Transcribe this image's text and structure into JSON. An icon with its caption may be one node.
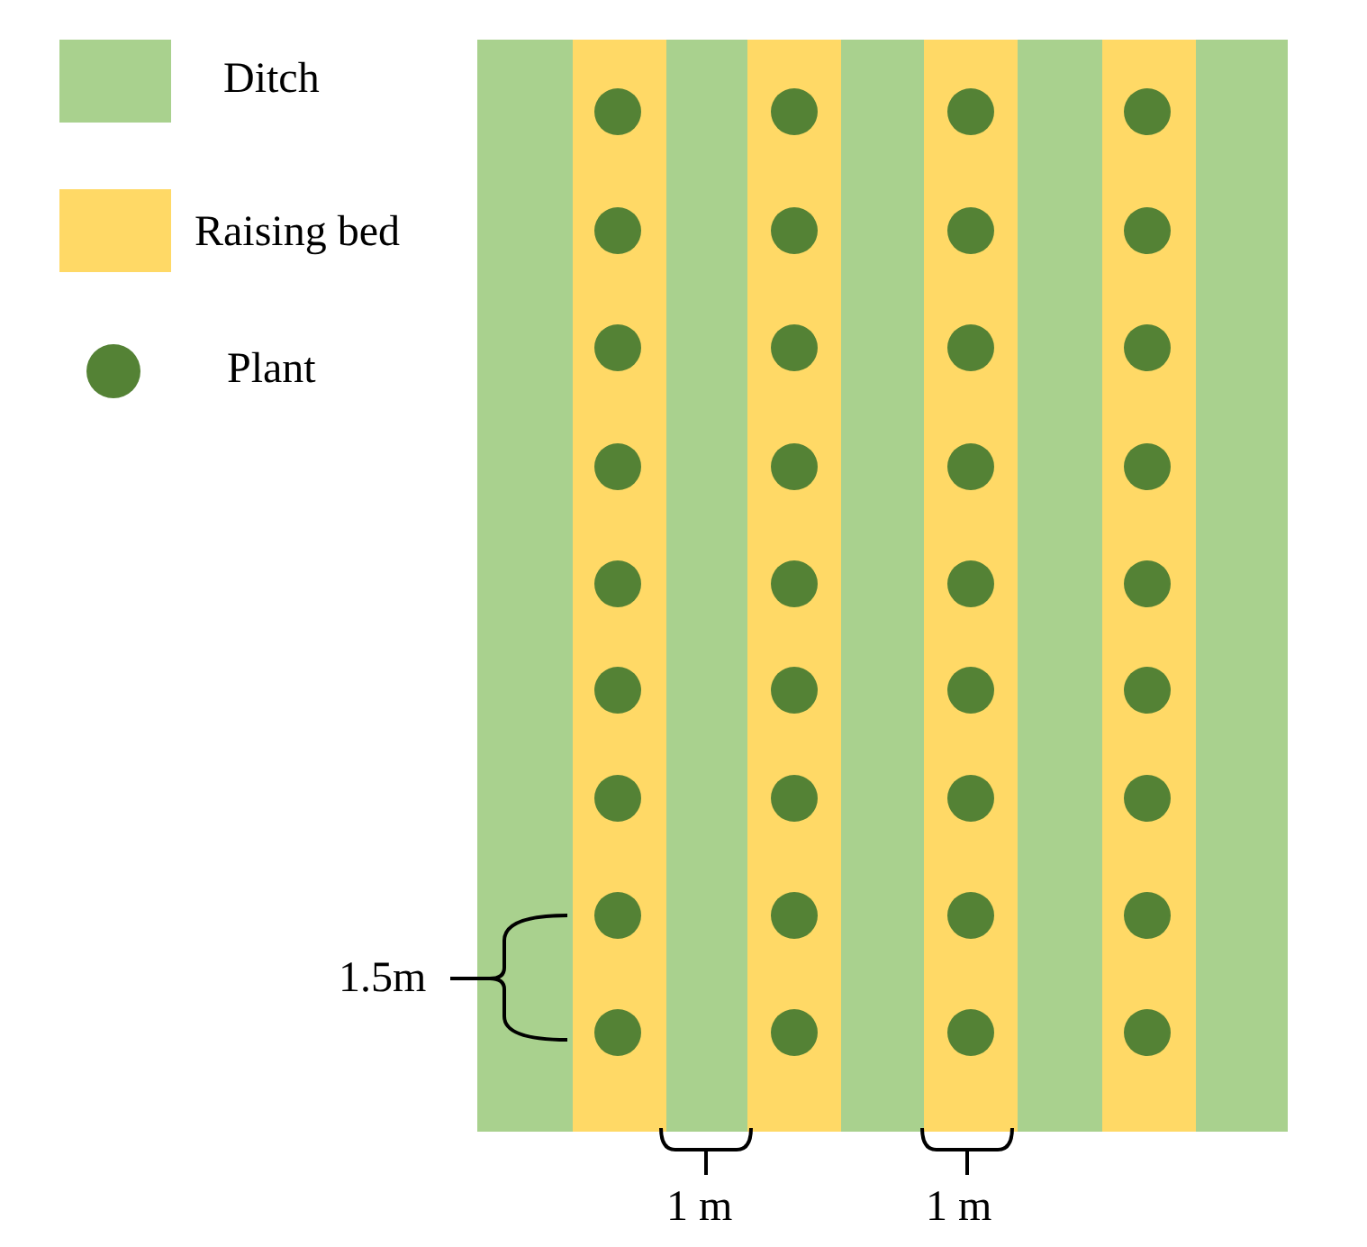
{
  "diagram": {
    "labels": [
      "1.5m",
      "1 m",
      "1 m"
    ],
    "legend": [
      {
        "text": "Ditch",
        "color": "#a9d18e"
      },
      {
        "text": "Raising bed",
        "color": "#ffd966"
      },
      {
        "text": "Plant"
      }
    ]
  }
}
